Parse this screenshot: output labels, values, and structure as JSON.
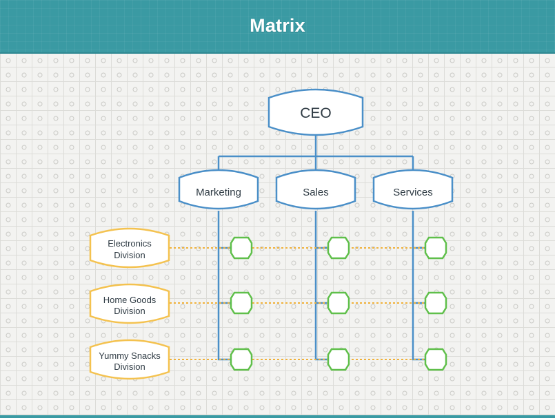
{
  "header": {
    "title": "Matrix"
  },
  "diagram": {
    "root": {
      "label": "CEO"
    },
    "departments": [
      {
        "label": "Marketing"
      },
      {
        "label": "Sales"
      },
      {
        "label": "Services"
      }
    ],
    "divisions": [
      {
        "line1": "Electronics",
        "line2": "Division"
      },
      {
        "line1": "Home Goods",
        "line2": "Division"
      },
      {
        "line1": "Yummy Snacks",
        "line2": "Division"
      }
    ],
    "colors": {
      "header": "#3a9aa3",
      "department_stroke": "#4a8fc8",
      "division_stroke": "#f4c24f",
      "node_stroke": "#5fbf4a",
      "dotted_line": "#f0b13a"
    }
  }
}
